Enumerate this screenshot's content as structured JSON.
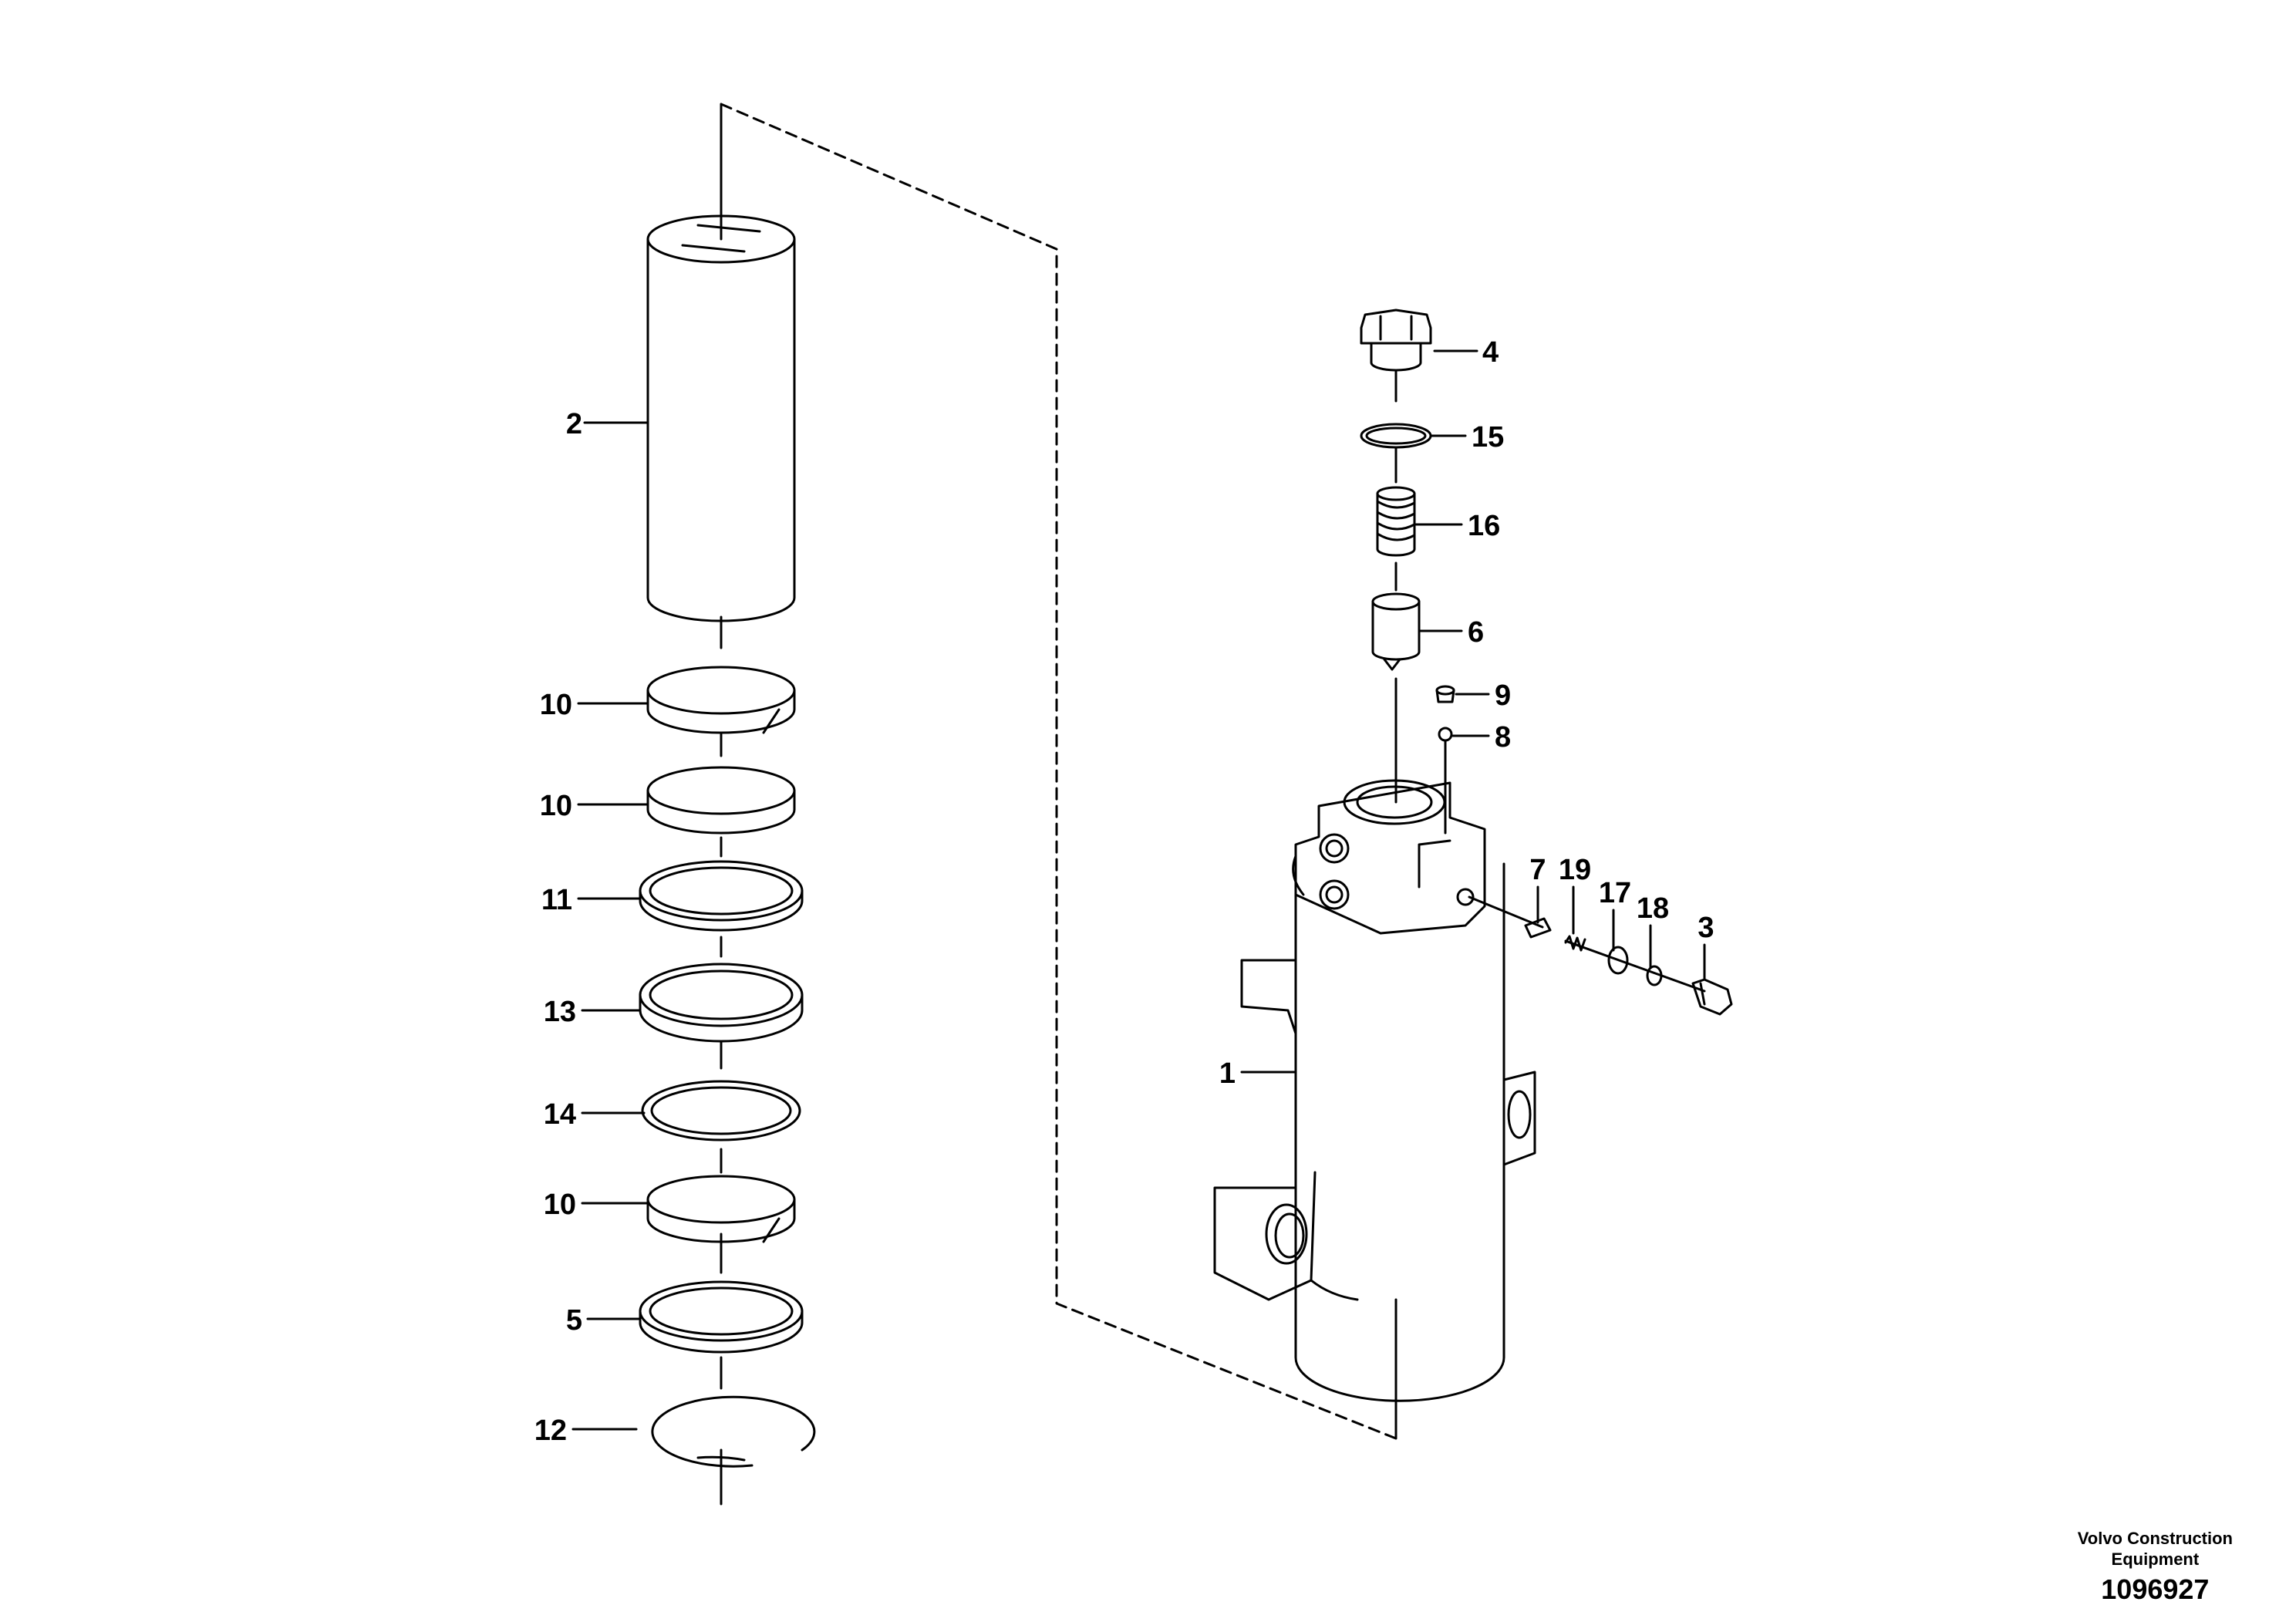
{
  "labels": {
    "p2": "2",
    "p10a": "10",
    "p10b": "10",
    "p11": "11",
    "p13": "13",
    "p14": "14",
    "p10c": "10",
    "p5": "5",
    "p12": "12",
    "p4": "4",
    "p15": "15",
    "p16": "16",
    "p6": "6",
    "p9": "9",
    "p8": "8",
    "p7": "7",
    "p19": "19",
    "p17": "17",
    "p18": "18",
    "p3": "3",
    "p1": "1"
  },
  "footer": {
    "manufacturer_line1": "Volvo Construction",
    "manufacturer_line2": "Equipment",
    "document_number": "1096927"
  }
}
